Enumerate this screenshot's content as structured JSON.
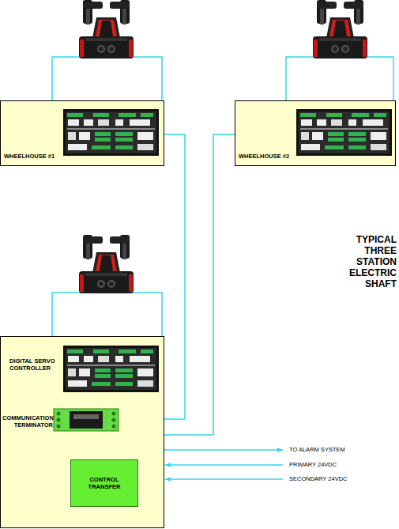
{
  "diagram": {
    "title": "TYPICAL THREE STATION ELECTRIC SHAFT",
    "nodes": [
      {
        "text": [
          "WHEELHOUSE #1"
        ]
      },
      {
        "text": [
          "WHEELHOUSE #2"
        ]
      },
      {
        "text": [
          "DIGITAL SERVO CONTROLLER",
          "COMMUNICATION TERMINATOR"
        ]
      },
      {
        "text": [
          "CONTROL TRANSFER"
        ],
        "in": 2
      }
    ],
    "edges": [
      {
        "from": 0,
        "to": 2,
        "arrow": "none"
      },
      {
        "from": 1,
        "to": 2,
        "arrow": "none"
      }
    ],
    "labels": [
      "TO ALARM SYSTEM",
      "PRIMARY 24VDC",
      "SECONDARY 24VDC"
    ]
  }
}
